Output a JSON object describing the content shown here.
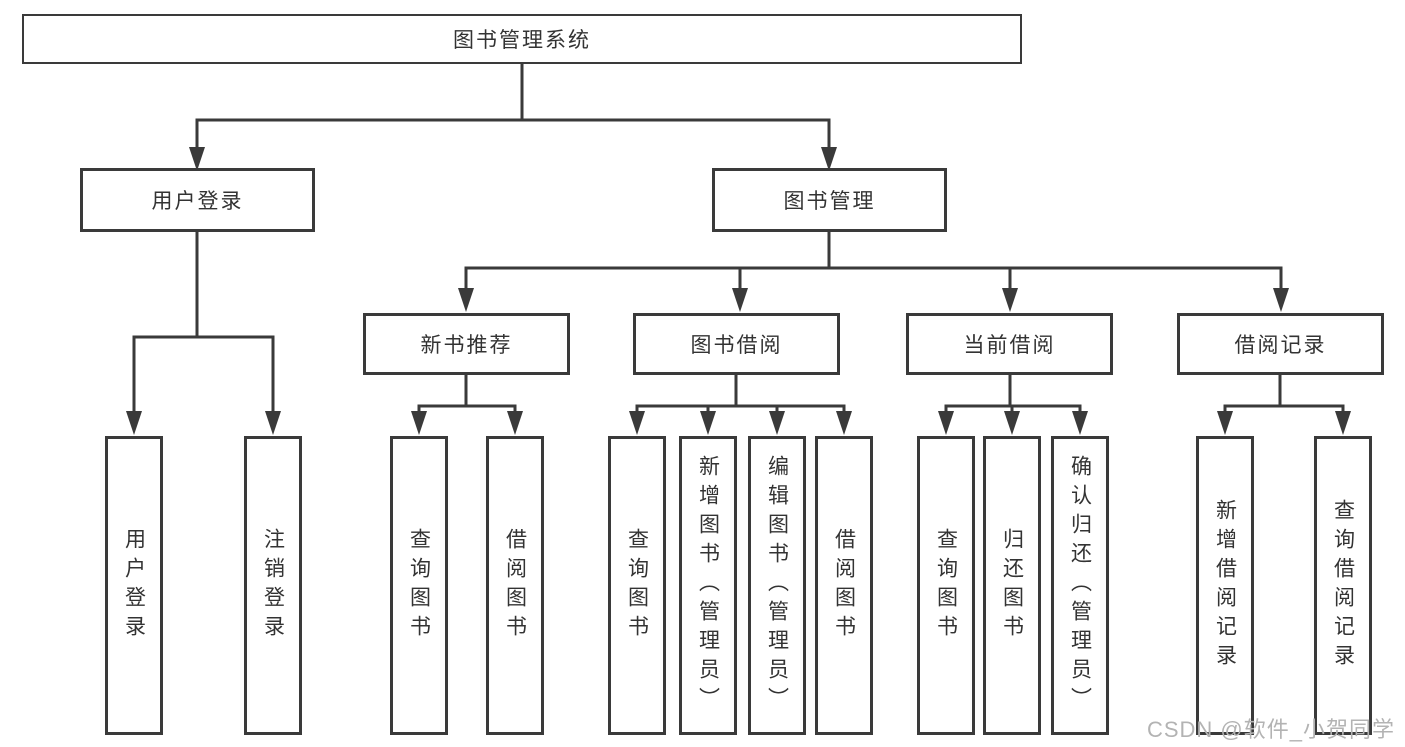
{
  "diagram": {
    "type": "org-tree",
    "nodes": {
      "root": "图书管理系统",
      "userLogin": "用户登录",
      "bookMgmt": "图书管理",
      "newBookRec": "新书推荐",
      "bookBorrow": "图书借阅",
      "currentBorrow": "当前借阅",
      "borrowRecords": "借阅记录",
      "leafUserLogin": "用户登录",
      "leafLogout": "注销登录",
      "leafQueryBooksRec": "查询图书",
      "leafBorrowBooksRec": "借阅图书",
      "leafQueryBooksBorrow": "查询图书",
      "leafAddBook": "新增图书（管理员）",
      "leafEditBook": "编辑图书（管理员）",
      "leafBorrowBooksBorrow": "借阅图书",
      "leafQueryBooksCurrent": "查询图书",
      "leafReturnBook": "归还图书",
      "leafConfirmReturn": "确认归还（管理员）",
      "leafAddBorrowRecord": "新增借阅记录",
      "leafQueryBorrowRecord": "查询借阅记录"
    },
    "structure": {
      "图书管理系统": {
        "用户登录": [
          "用户登录",
          "注销登录"
        ],
        "图书管理": {
          "新书推荐": [
            "查询图书",
            "借阅图书"
          ],
          "图书借阅": [
            "查询图书",
            "新增图书（管理员）",
            "编辑图书（管理员）",
            "借阅图书"
          ],
          "当前借阅": [
            "查询图书",
            "归还图书",
            "确认归还（管理员）"
          ],
          "借阅记录": [
            "新增借阅记录",
            "查询借阅记录"
          ]
        }
      }
    },
    "colors": {
      "line": "#3a3a3a",
      "border": "#3a3a3a",
      "text": "#333333",
      "background": "#ffffff",
      "watermark": "#b3b3b3"
    }
  },
  "watermark": "CSDN @软件_小贺同学"
}
